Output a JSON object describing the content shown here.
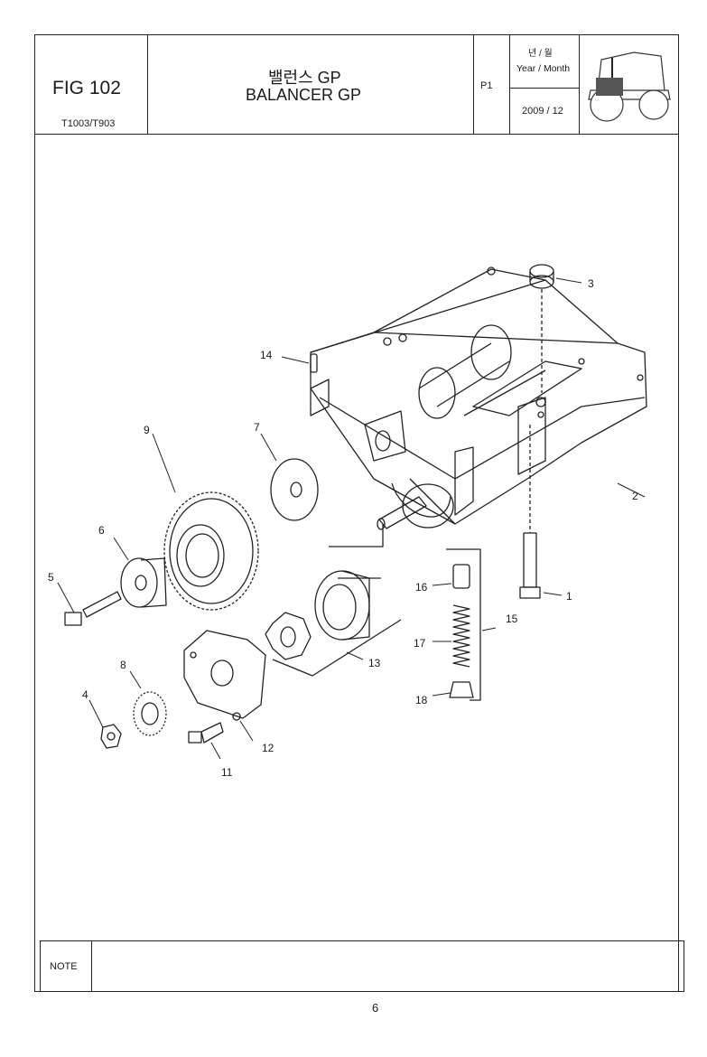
{
  "header": {
    "figure": "FIG 102",
    "model": "T1003/T903",
    "title_korean": "밸런스 GP",
    "title_english": "BALANCER GP",
    "page_code": "P1",
    "year_month_korean": "년 / 월",
    "year_month_english": "Year / Month",
    "year_month_value": "2009  / 12"
  },
  "callouts": [
    "1",
    "2",
    "3",
    "4",
    "5",
    "6",
    "7",
    "8",
    "9",
    "11",
    "12",
    "13",
    "14",
    "15",
    "16",
    "17",
    "18"
  ],
  "note_label": "NOTE",
  "page_number": "6",
  "icons": [
    "tractor-icon"
  ]
}
